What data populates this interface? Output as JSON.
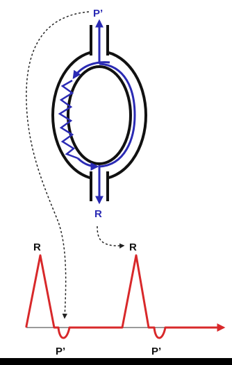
{
  "labels": {
    "top_p_prime": "P’",
    "circuit_r": "R",
    "ecg_r_first": "R",
    "ecg_r_second": "R",
    "ecg_p_prime_first": "P’",
    "ecg_p_prime_second": "P’"
  },
  "icons": {
    "reentry_circuit": "ring-circuit-icon",
    "ecg_trace": "ecg-waveform-icon",
    "arrows": "arrow-icon"
  },
  "colors": {
    "circuit_outline": "#111111",
    "conduction_path": "#2a2ab4",
    "ecg_trace": "#d8282a",
    "baseline": "#9a9a9a",
    "dashed_links": "#222222",
    "bottom_bar": "#000000"
  }
}
